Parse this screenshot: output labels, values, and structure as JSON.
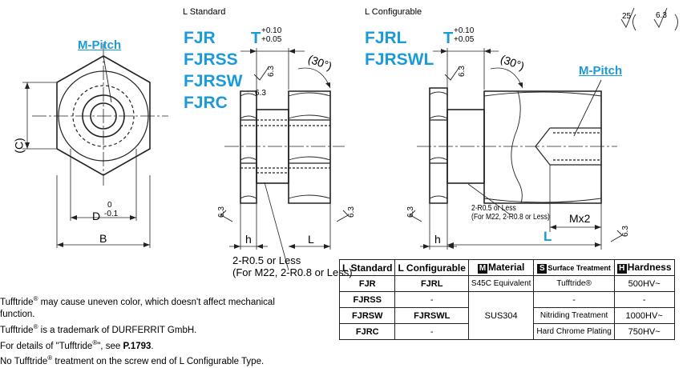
{
  "headings": {
    "standard": "L Standard",
    "configurable": "L Configurable"
  },
  "standard_codes": [
    "FJR",
    "FJRSS",
    "FJRSW",
    "FJRC"
  ],
  "configurable_codes": [
    "FJRL",
    "FJRSWL"
  ],
  "tolerance": {
    "symbol": "T",
    "upper": "+0.10",
    "lower": "+0.05"
  },
  "labels": {
    "m_pitch": "M-Pitch",
    "c": "(C)",
    "d": "D",
    "d_tol_upper": "0",
    "d_tol_lower": "-0.1",
    "b": "B",
    "h": "h",
    "l": "L",
    "mx2": "Mx2",
    "angle": "(30°)",
    "roughness": "6.3",
    "roughness_main": "25",
    "radius_line1": "2-R0.5 or Less",
    "radius_line2": "(For M22, 2-R0.8 or Less)"
  },
  "notes": [
    "Tufftride® may cause uneven color, which doesn't affect mechanical function.",
    "Tufftride® is a trademark of DURFERRIT GmbH.",
    "For details of \"Tufftride®\", see P.1793.",
    "No Tufftride® treatment on the screw end of L Configurable Type."
  ],
  "notes_parts": {
    "n1a": "Tufftride",
    "n1b": " may cause uneven color, which doesn't affect mechanical",
    "n1c": "function.",
    "n2a": "Tufftride",
    "n2b": " is a trademark of DURFERRIT GmbH.",
    "n3a": "For details of \"Tufftride",
    "n3b": "\", see ",
    "n3c": "P.1793",
    "n3d": ".",
    "n4a": "No Tufftride",
    "n4b": " treatment on the screw end of L Configurable Type."
  },
  "table": {
    "headers": {
      "standard": "L Standard",
      "configurable": "L Configurable",
      "material_icon": "M",
      "material": "Material",
      "surface_icon": "S",
      "surface": "Surface Treatment",
      "hardness_icon": "H",
      "hardness": "Hardness"
    },
    "rows": [
      {
        "standard": "FJR",
        "configurable": "FJRL",
        "material": "S45C Equivalent",
        "surface": "Tufftride®",
        "hardness": "500HV~"
      },
      {
        "standard": "FJRSS",
        "configurable": "-",
        "material": "SUS304",
        "surface": "-",
        "hardness": "-"
      },
      {
        "standard": "FJRSW",
        "configurable": "FJRSWL",
        "material": "",
        "surface": "Nitriding Treatment",
        "hardness": "1000HV~"
      },
      {
        "standard": "FJRC",
        "configurable": "-",
        "material": "",
        "surface": "Hard Chrome Plating",
        "hardness": "750HV~"
      }
    ]
  }
}
